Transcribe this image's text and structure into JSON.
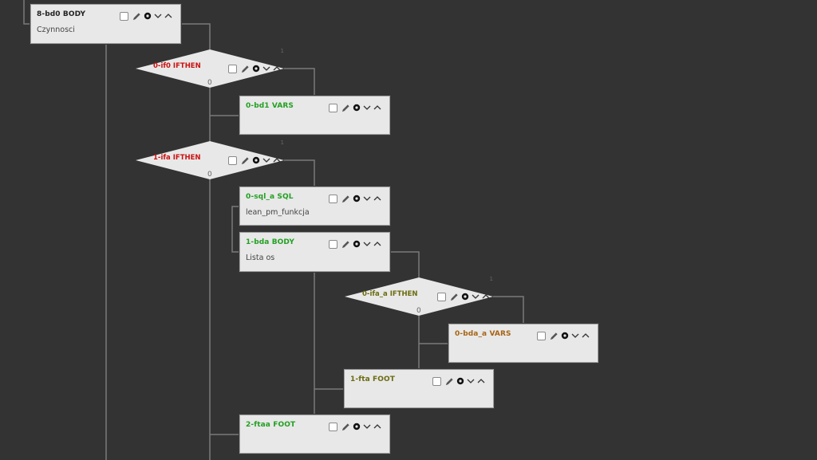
{
  "colors": {
    "background": "#333333",
    "node_fill": "#e8e8e8",
    "connector": "#7a7a7a",
    "ifthen_root": "#cc1111",
    "level1": "#22a022",
    "level2": "#6b6b10",
    "level3": "#a86414"
  },
  "tool_icons": [
    "checkbox",
    "pencil-icon",
    "add-circle-icon",
    "chevron-down-icon",
    "chevron-up-icon"
  ],
  "nodes": [
    {
      "id": "8-bd0",
      "title": "8-bd0 BODY",
      "type": "BODY",
      "subtitle": "Czynnosci"
    },
    {
      "id": "0-if0",
      "title": "0-if0 IFTHEN",
      "type": "IFTHEN",
      "branch_false": "0",
      "branch_true": "1"
    },
    {
      "id": "0-bd1",
      "title": "0-bd1 VARS",
      "type": "VARS",
      "subtitle": ""
    },
    {
      "id": "1-ifa",
      "title": "1-ifa IFTHEN",
      "type": "IFTHEN",
      "branch_false": "0",
      "branch_true": "1"
    },
    {
      "id": "0-sql_a",
      "title": "0-sql_a SQL",
      "type": "SQL",
      "subtitle": "lean_pm_funkcja"
    },
    {
      "id": "1-bda",
      "title": "1-bda BODY",
      "type": "BODY",
      "subtitle": "Lista os"
    },
    {
      "id": "0-ifa_a",
      "title": "0-ifa_a IFTHEN",
      "type": "IFTHEN",
      "branch_false": "0",
      "branch_true": "1"
    },
    {
      "id": "0-bda_a",
      "title": "0-bda_a VARS",
      "type": "VARS",
      "subtitle": ""
    },
    {
      "id": "1-fta",
      "title": "1-fta FOOT",
      "type": "FOOT",
      "subtitle": ""
    },
    {
      "id": "2-ftaa",
      "title": "2-ftaa FOOT",
      "type": "FOOT",
      "subtitle": ""
    }
  ]
}
